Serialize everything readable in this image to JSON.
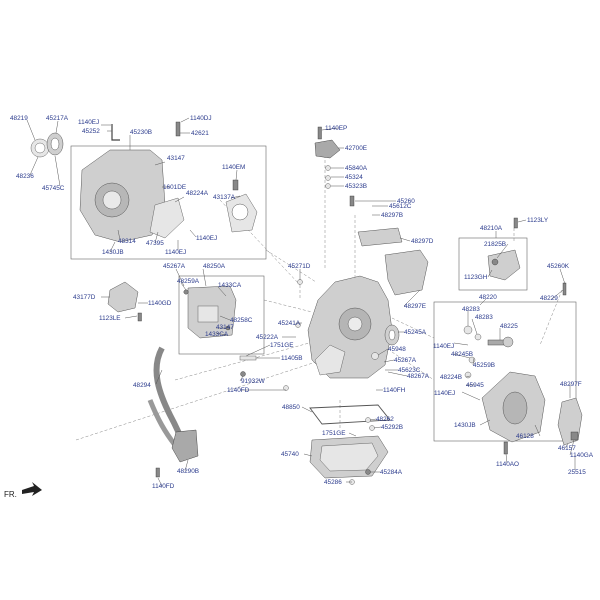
{
  "labels": {
    "l_48219": "48219",
    "l_45217A": "45217A",
    "l_1140EJ_a": "1140EJ",
    "l_45252": "45252",
    "l_45230B": "45230B",
    "l_1140DJ": "1140DJ",
    "l_42621": "42621",
    "l_48236": "48236",
    "l_45745C": "45745C",
    "l_43147_a": "43147",
    "l_1601DE": "1601DE",
    "l_48224A": "48224A",
    "l_43137A": "43137A",
    "l_1140EM": "1140EM",
    "l_48314": "48314",
    "l_47395": "47395",
    "l_1140EJ_b": "1140EJ",
    "l_1430JB_a": "1430JB",
    "l_1140EJ_c": "1140EJ",
    "l_1140EP": "1140EP",
    "l_42700E": "42700E",
    "l_45840A": "45840A",
    "l_45324": "45324",
    "l_45323B": "45323B",
    "l_45260": "45260",
    "l_45612C": "45612C",
    "l_48297B": "48297B",
    "l_48297D": "48297D",
    "l_1123LY": "1123LY",
    "l_48210A": "48210A",
    "l_21825B": "21825B",
    "l_1123GH": "1123GH",
    "l_45260K": "45260K",
    "l_48229": "48229",
    "l_45267A_a": "45267A",
    "l_48250A": "48250A",
    "l_45271D": "45271D",
    "l_48259A": "48259A",
    "l_1433CA_a": "1433CA",
    "l_43177D": "43177D",
    "l_1140GD": "1140GD",
    "l_48297E": "48297E",
    "l_48220": "48220",
    "l_48283_a": "48283",
    "l_48283_b": "48283",
    "l_48225": "48225",
    "l_1123LE": "1123LE",
    "l_48258C": "48258C",
    "l_43147_b": "43147",
    "l_1433CA_b": "1433CA",
    "l_45241A": "45241A",
    "l_45245A": "45245A",
    "l_45222A": "45222A",
    "l_1140EJ_d": "1140EJ",
    "l_48245B": "48245B",
    "l_45948": "45948",
    "l_1751GE_a": "1751GE",
    "l_11405B": "11405B",
    "l_45267A_b": "45267A",
    "l_45259B": "45259B",
    "l_48294": "48294",
    "l_91932W": "91932W",
    "l_45623C": "45623C",
    "l_48224B": "48224B",
    "l_48267A": "48267A",
    "l_45945": "45945",
    "l_1140FD_a": "1140FD",
    "l_1140FH": "1140FH",
    "l_1140EJ_e": "1140EJ",
    "l_48297F": "48297F",
    "l_48850": "48850",
    "l_1430JB_b": "1430JB",
    "l_48262": "48262",
    "l_45292B": "45292B",
    "l_1751GE_b": "1751GE",
    "l_46128": "46128",
    "l_46157": "46157",
    "l_1140GA": "1140GA",
    "l_45740": "45740",
    "l_1140AO": "1140AO",
    "l_48290B": "48290B",
    "l_45284A": "45284A",
    "l_25515": "25515",
    "l_45286": "45286",
    "l_1140FD_b": "1140FD",
    "l_FR": "FR."
  }
}
